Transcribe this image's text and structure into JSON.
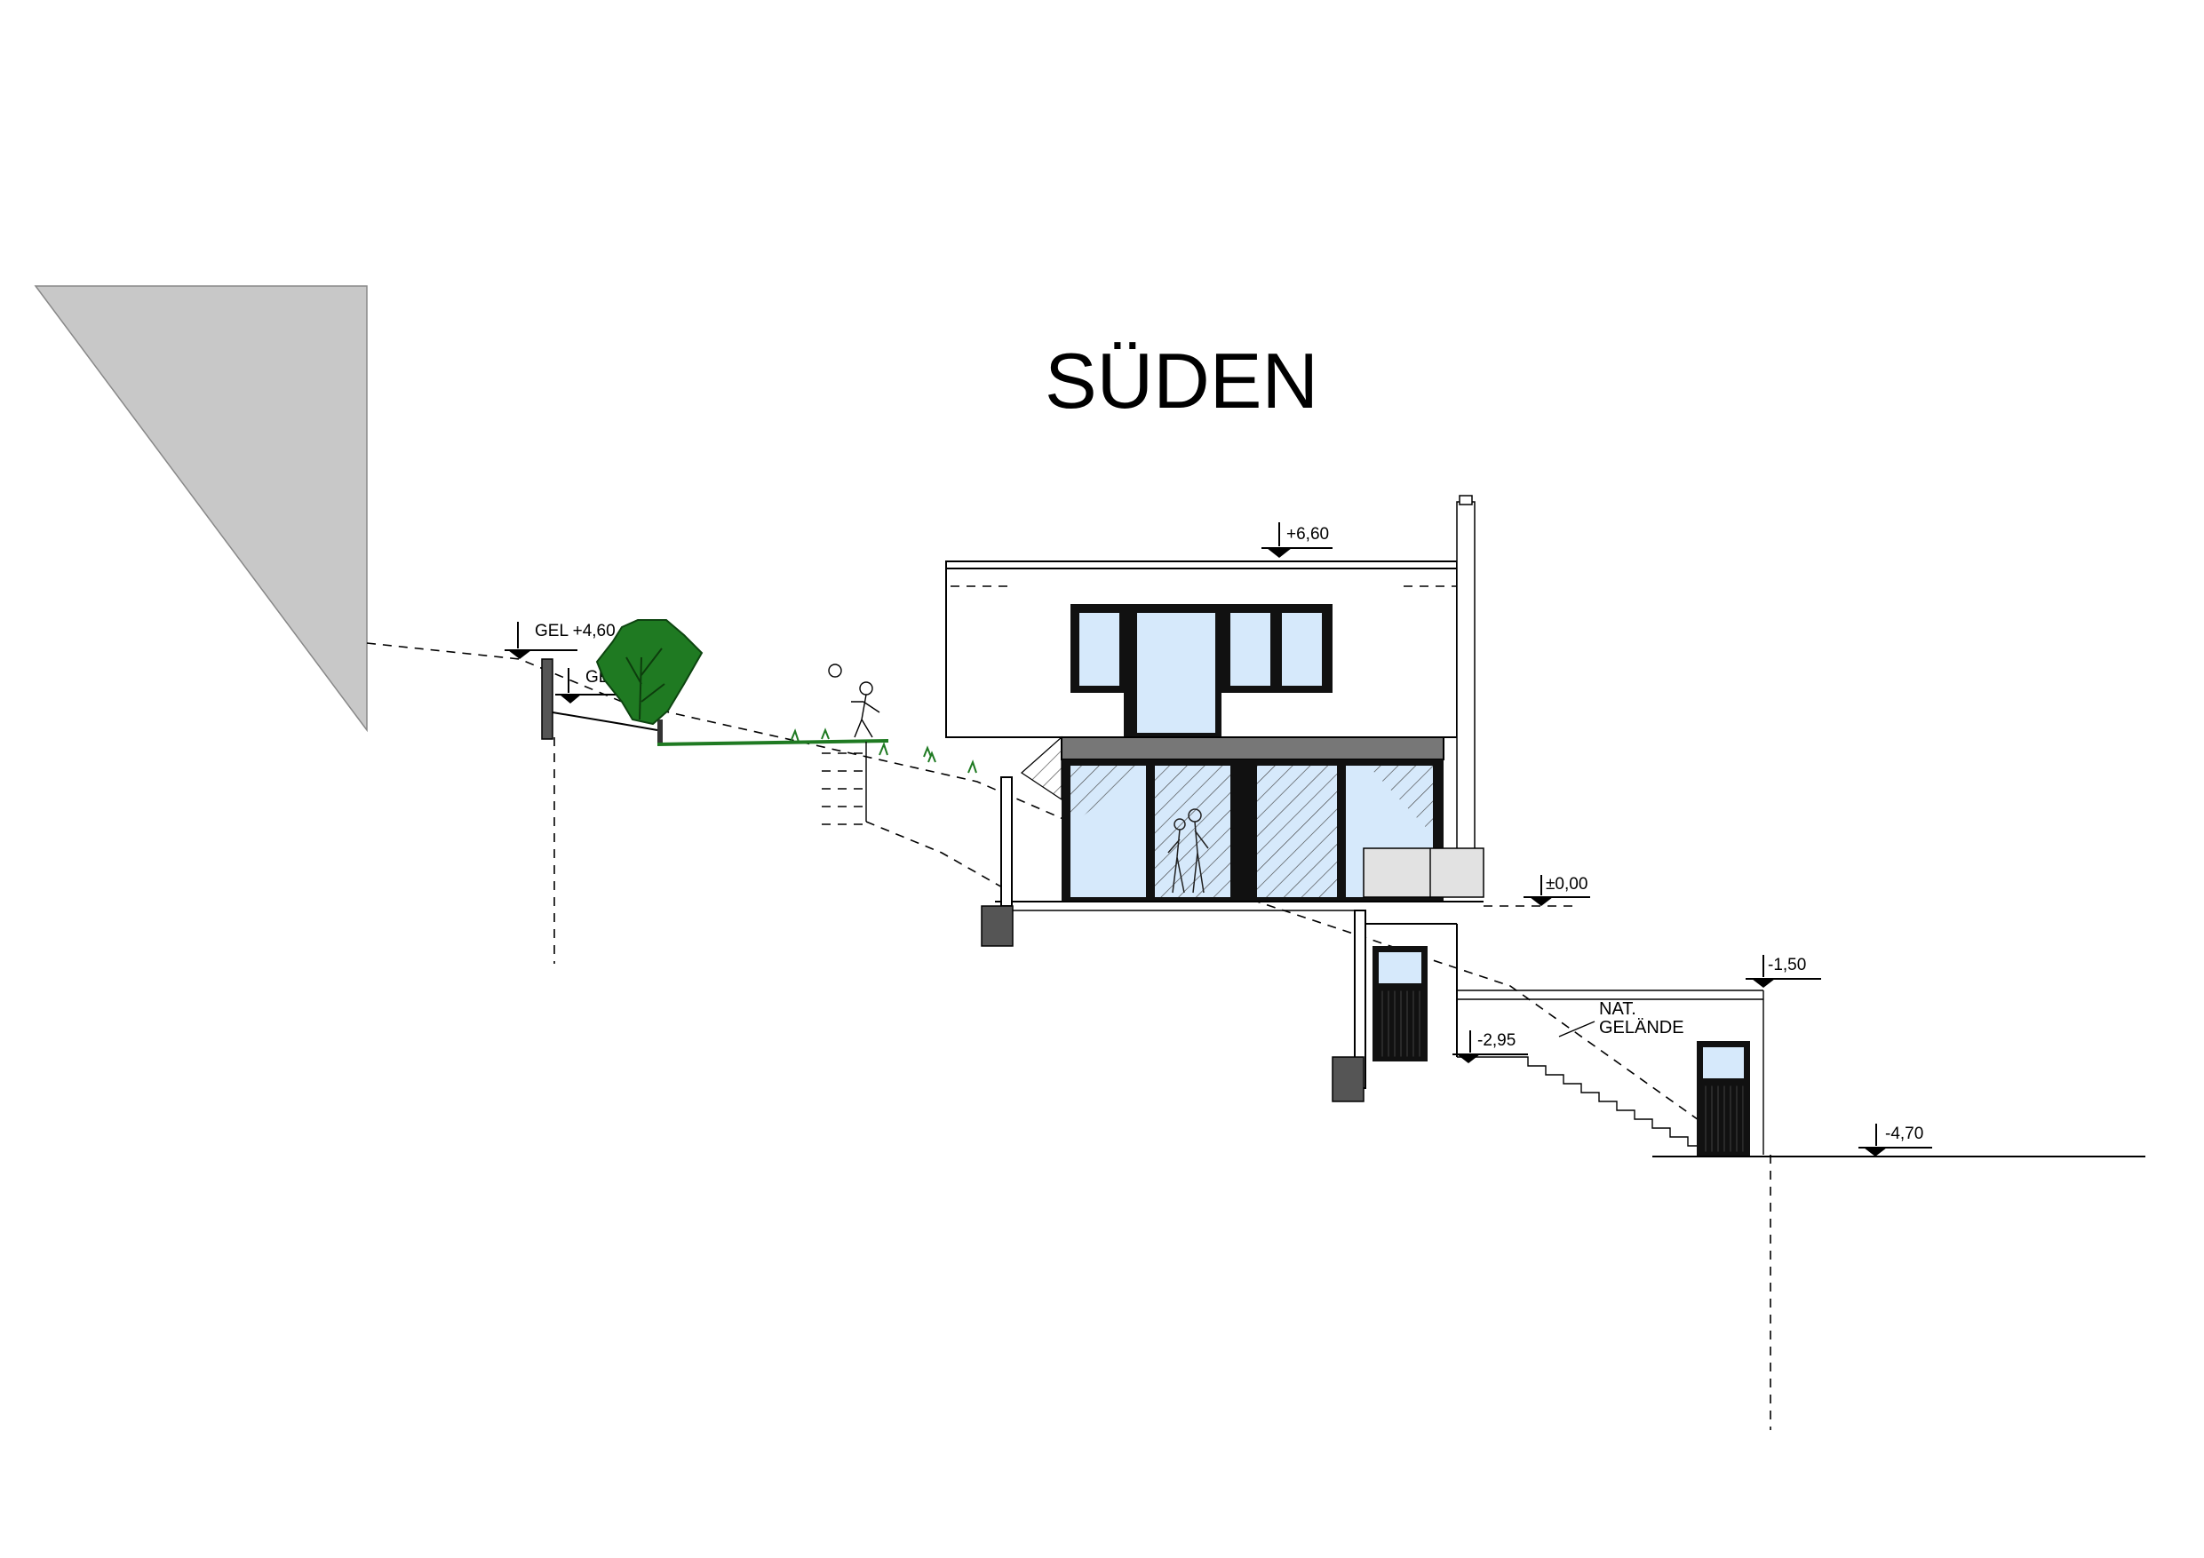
{
  "drawing": {
    "title": "SÜDEN",
    "levels": {
      "gel_top": "GEL +4,60",
      "gel_lower": "GEL +4,00",
      "roof": "+6,60",
      "ground_floor": "±0,00",
      "basement": "-1,50",
      "lower_basement": "-2,95",
      "street": "-4,70"
    },
    "terrain_note": {
      "line1": "NAT.",
      "line2": "GELÄNDE"
    },
    "colors": {
      "glass": "#d6e9fb",
      "frame": "#111111",
      "shadow_triangle": "#c8c8c8",
      "canopy": "#777777",
      "tree": "#1f7a22",
      "wall_section": "#555555"
    }
  }
}
